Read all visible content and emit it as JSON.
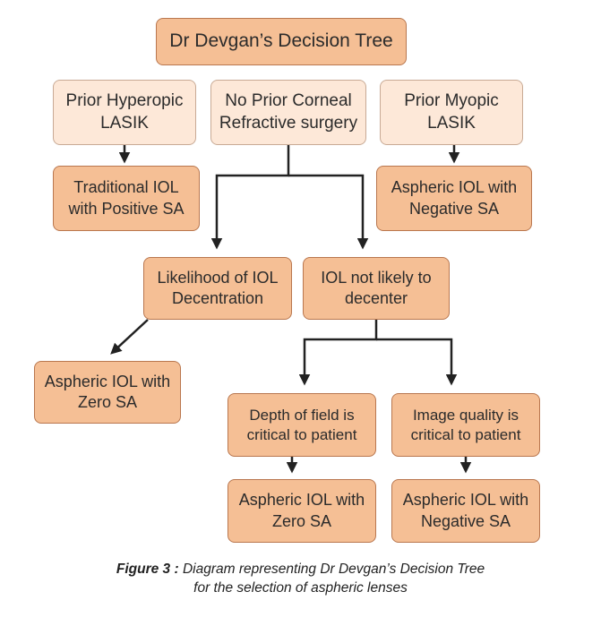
{
  "title": "Dr Devgan’s Decision Tree",
  "nodes": {
    "prior_hyperopic": "Prior Hyperopic LASIK",
    "no_prior": "No Prior Corneal Refractive surgery",
    "prior_myopic": "Prior Myopic LASIK",
    "traditional_iol": "Traditional IOL with Positive SA",
    "aspheric_negative_top": "Aspheric IOL with Negative SA",
    "likelihood_decentration": "Likelihood of IOL Decentration",
    "not_likely_decenter": "IOL not likely to decenter",
    "aspheric_zero_left": "Aspheric IOL with Zero SA",
    "depth_of_field": "Depth of field is critical to patient",
    "image_quality": "Image quality is critical to patient",
    "aspheric_zero_bottom": "Aspheric IOL with Zero SA",
    "aspheric_negative_bottom": "Aspheric IOL with Negative SA"
  },
  "caption": {
    "label": "Figure 3 :",
    "line1": "Diagram representing Dr Devgan’s Decision Tree",
    "line2": "for the selection of aspheric lenses"
  },
  "colors": {
    "dark_fill": "#f5bf95",
    "light_fill": "#fde8d8",
    "connector": "#222222"
  }
}
